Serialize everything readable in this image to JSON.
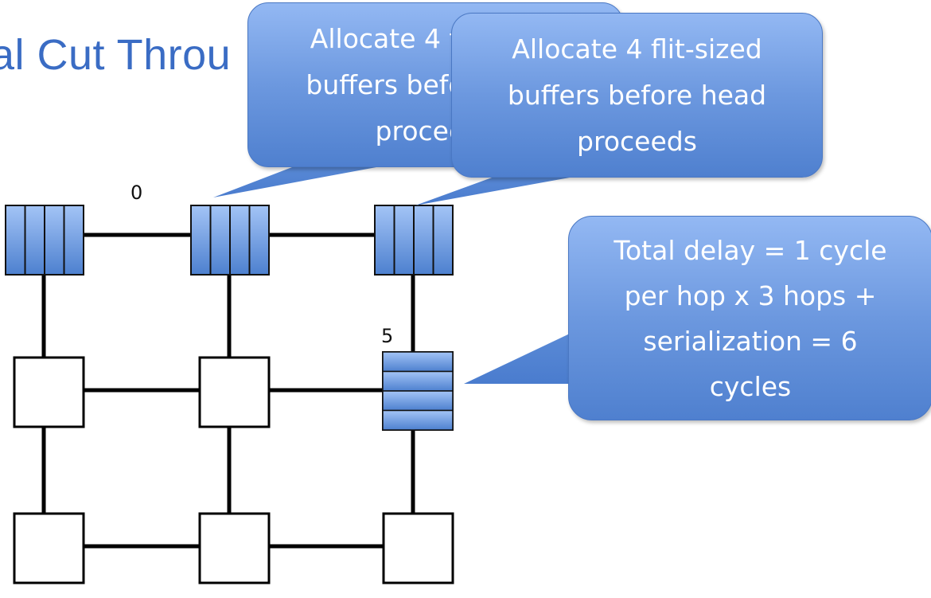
{
  "slide": {
    "title": "al Cut Through",
    "title_visible": "al Cut Throu"
  },
  "colors": {
    "title": "#3a6cc4",
    "callout_top": "#93b8f3",
    "callout_bottom": "#4f80cf",
    "buffer_fill_top": "#9ec0f5",
    "buffer_fill_bottom": "#4f82d0",
    "link": "#000000"
  },
  "mesh": {
    "rows": 3,
    "cols": 3,
    "node_labels": [
      {
        "node": 1,
        "label": "0"
      },
      {
        "node": 5,
        "label": "5"
      }
    ],
    "buffers_per_node": 4,
    "buffered_nodes": [
      {
        "row": 0,
        "col": 0,
        "orientation": "vertical-slots",
        "slots": 4
      },
      {
        "row": 0,
        "col": 1,
        "orientation": "vertical-slots",
        "slots": 4
      },
      {
        "row": 0,
        "col": 2,
        "orientation": "vertical-slots",
        "slots": 4
      },
      {
        "row": 1,
        "col": 2,
        "orientation": "horizontal-slots",
        "slots": 4
      }
    ]
  },
  "callouts": [
    {
      "id": "callout-back",
      "text": "Allocate 4 flit-sized\nbuffers before head\nproceeds",
      "visible_text": "Allocate 4 f\nbuffers befo\nproce"
    },
    {
      "id": "callout-front",
      "text": "Allocate 4 flit-sized\nbuffers before head\nproceeds"
    },
    {
      "id": "callout-delay",
      "text": "Total delay = 1 cycle\nper hop x 3 hops +\nserialization = 6\ncycles"
    }
  ]
}
